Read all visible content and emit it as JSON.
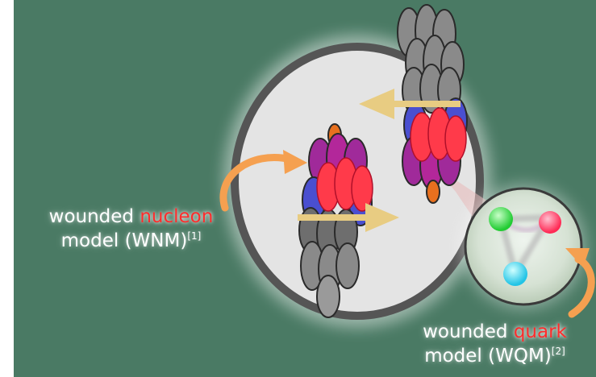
{
  "labels": {
    "wnm": {
      "prefix": "wounded",
      "highlight": "nucleon",
      "line2": "model (WNM)",
      "ref": "[1]"
    },
    "wqm": {
      "prefix": "wounded",
      "highlight": "quark",
      "line2": "model (WQM)",
      "ref": "[2]"
    }
  },
  "colors": {
    "background": "#4a7a64",
    "highlight_text": "#ff2c2c",
    "curved_arrow": "#f5a050",
    "motion_arrow": "#e8cc82",
    "collision_disk": "#e4e4e4",
    "disk_ring": "#555555"
  },
  "icons": {
    "quarks": [
      "green-quark-icon",
      "red-quark-icon",
      "cyan-quark-icon"
    ]
  }
}
